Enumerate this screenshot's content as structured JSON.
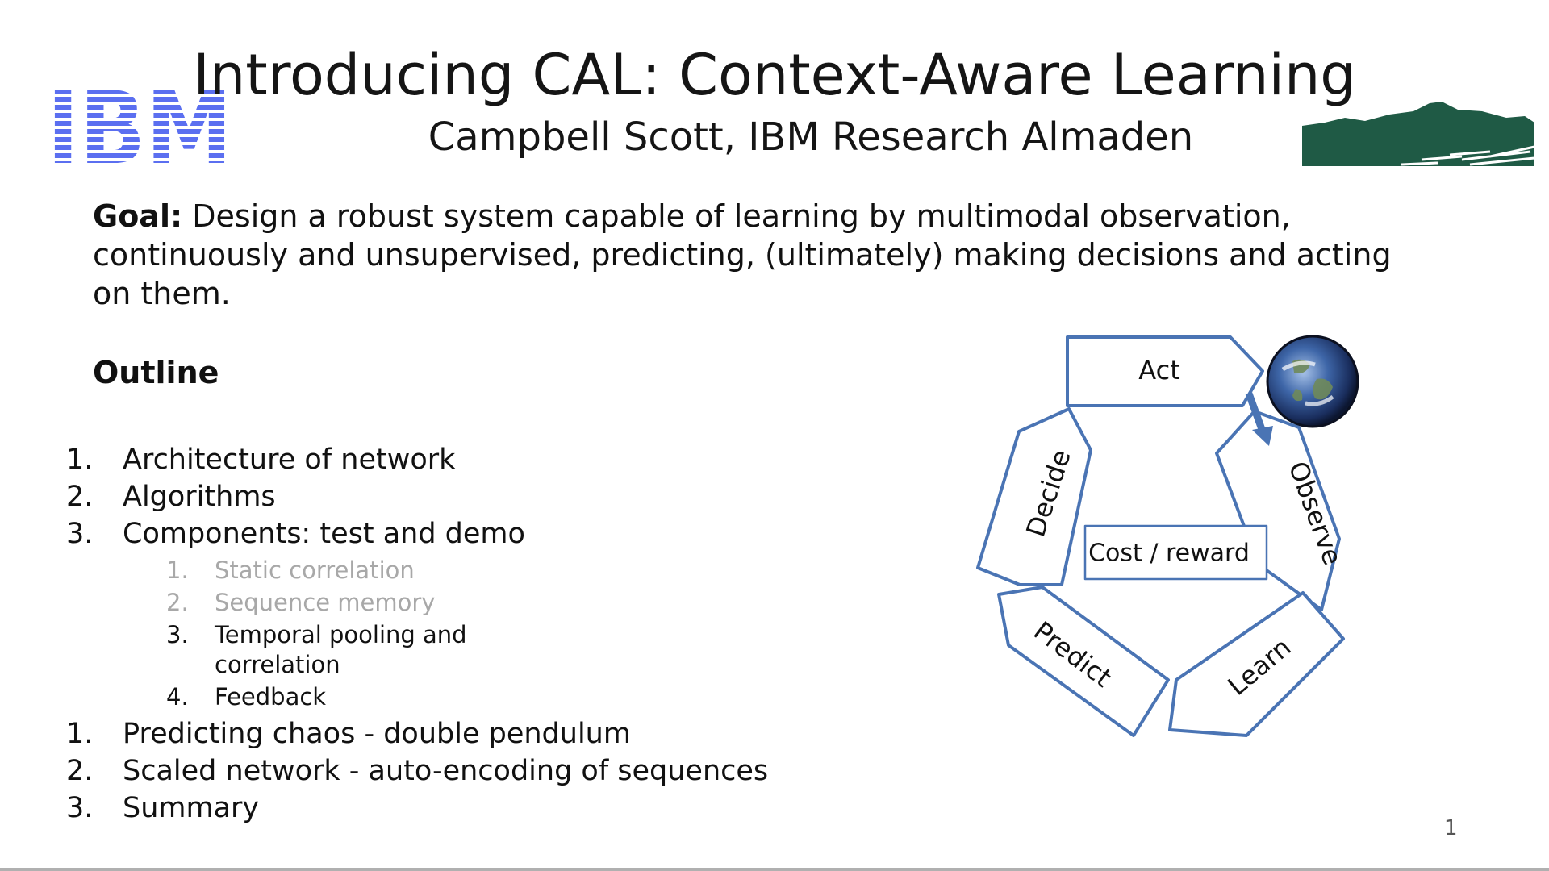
{
  "slide": {
    "title": "Introducing CAL:  Context-Aware Learning",
    "subtitle": "Campbell Scott, IBM Research Almaden",
    "ibm_logo_text": "IBM",
    "goal_label": "Goal:",
    "goal_text": " Design a robust system capable of learning by multimodal observation, continuously and unsupervised, predicting, (ultimately) making decisions and acting on them.",
    "outline_heading": "Outline",
    "outline_items": [
      {
        "num": "1.",
        "text": "Architecture of network"
      },
      {
        "num": "2.",
        "text": "Algorithms"
      },
      {
        "num": "3.",
        "text": "Components: test and demo"
      }
    ],
    "sub_items": [
      {
        "num": "1.",
        "text": "Static correlation",
        "dim": true
      },
      {
        "num": "2.",
        "text": "Sequence memory",
        "dim": true
      },
      {
        "num": "3.",
        "text": "Temporal pooling and",
        "text2": "correlation",
        "dim": false
      },
      {
        "num": "4.",
        "text": "Feedback",
        "dim": false
      }
    ],
    "outline_items_2": [
      {
        "num": "1.",
        "text": "Predicting chaos - double pendulum"
      },
      {
        "num": "2.",
        "text": "Scaled network - auto-encoding of sequences"
      },
      {
        "num": "3.",
        "text": "Summary"
      }
    ],
    "page_number": "1"
  },
  "diagram": {
    "segments": [
      "Act",
      "Observe",
      "Learn",
      "Predict",
      "Decide"
    ],
    "center_label": "Cost / reward",
    "stroke_color": "#4a74b4"
  },
  "colors": {
    "ibm_blue": "#5b6ff0",
    "mountain_green": "#1f5a45",
    "muted_text": "#a8a8a8"
  }
}
